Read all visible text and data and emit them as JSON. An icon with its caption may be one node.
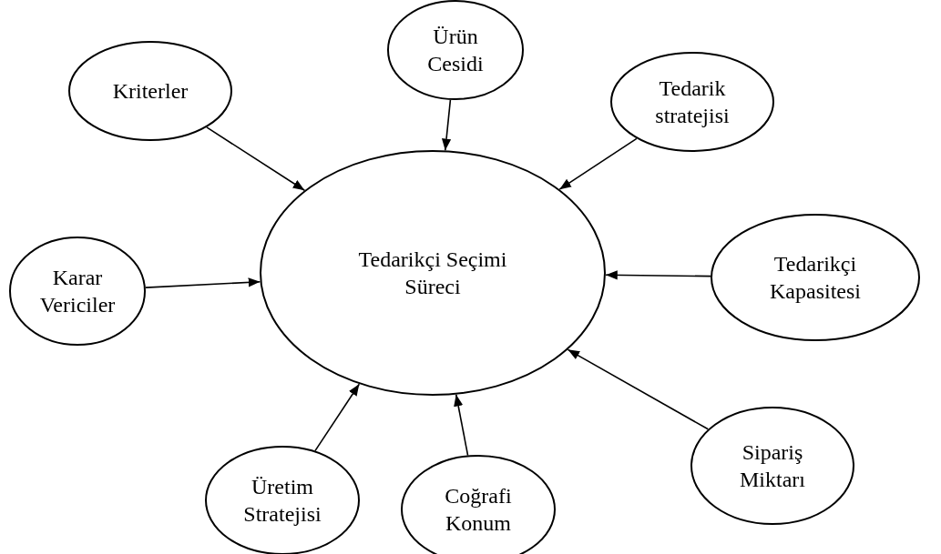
{
  "diagram": {
    "nodes": [
      {
        "text": [
          "Kriterler"
        ]
      },
      {
        "text": [
          "Ürün Cesidi"
        ]
      },
      {
        "text": [
          "Tedarik stratejisi"
        ]
      },
      {
        "text": [
          "Karar Vericiler"
        ]
      },
      {
        "text": [
          "Tedarikçi Seçimi Süreci"
        ]
      },
      {
        "text": [
          "Tedarikçi Kapasitesi"
        ]
      },
      {
        "text": [
          "Üretim Stratejisi"
        ]
      },
      {
        "text": [
          "Coğrafi Konum"
        ]
      },
      {
        "text": [
          "Sipariş Miktarı"
        ]
      }
    ],
    "edges": [
      {
        "from": 0,
        "to": 4,
        "arrow": "to"
      },
      {
        "from": 1,
        "to": 4,
        "arrow": "to"
      },
      {
        "from": 2,
        "to": 4,
        "arrow": "to"
      },
      {
        "from": 3,
        "to": 4,
        "arrow": "to"
      },
      {
        "from": 5,
        "to": 4,
        "arrow": "to"
      },
      {
        "from": 6,
        "to": 4,
        "arrow": "to"
      },
      {
        "from": 7,
        "to": 4,
        "arrow": "to"
      },
      {
        "from": 8,
        "to": 4,
        "arrow": "to"
      }
    ]
  }
}
